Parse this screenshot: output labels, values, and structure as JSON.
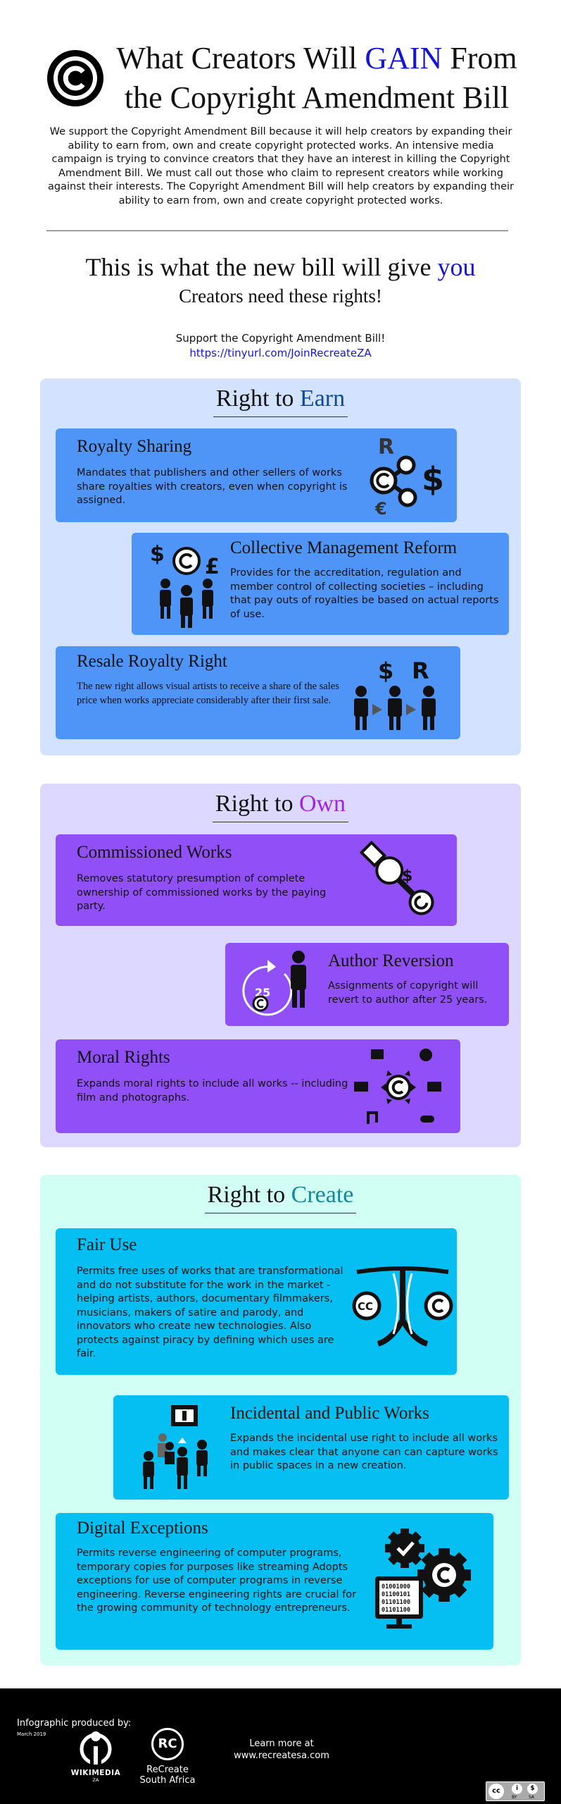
{
  "title": {
    "pre": "What Creators Will ",
    "gain": "GAIN",
    "post": " From the Copyright Amendment Bill"
  },
  "intro": "We support the Copyright Amendment Bill because it will help creators by expanding their ability to earn from, own and create copyright protected works.  An intensive media campaign is trying to convince creators that they have an interest in killing the Copyright Amendment Bill. We must call out those who claim to represent creators while working against their interests. The Copyright Amendment Bill will help creators by expanding their ability to earn from, own and create copyright protected works.",
  "give": {
    "pre": "This is what the new bill will give ",
    "you": "you"
  },
  "need": "Creators need these rights!",
  "support": {
    "text": "Support the Copyright Amendment Bill!",
    "link": "https://tinyurl.com/JoinRecreateZA"
  },
  "colors": {
    "earn_bg": "#d3e3ff",
    "earn_card": "#4f94f7",
    "earn_word": "#0d4a9a",
    "own_bg": "#dcd8ff",
    "own_card": "#9150f7",
    "own_word": "#a223e0",
    "create_bg": "#d2fff4",
    "create_card": "#06bff2",
    "create_word": "#128a98"
  },
  "earn": {
    "heading_pre": "Right to ",
    "heading_word": "Earn",
    "cards": [
      {
        "title": "Royalty Sharing",
        "body": "Mandates that publishers and other sellers of works share royalties with creators, even when copyright is assigned.",
        "icon": "share-icon",
        "glyphs": [
          "R",
          "$",
          "€"
        ]
      },
      {
        "title": "Collective Management Reform",
        "body": "Provides for the accreditation, regulation and member control of collecting societies – including that pay outs of royalties be based on actual reports of use.",
        "icon": "people-icon",
        "glyphs": [
          "$",
          "£"
        ]
      },
      {
        "title": "Resale Royalty Right",
        "body": "The new right allows visual artists to receive a share of the sales price when works appreciate considerably after their first sale.",
        "icon": "resale-icon",
        "glyphs": [
          "$",
          "R"
        ]
      }
    ]
  },
  "own": {
    "heading_pre": "Right to ",
    "heading_word": "Own",
    "cards": [
      {
        "title": "Commissioned Works",
        "body": "Removes statutory presumption of complete ownership of commissioned works by the paying party.",
        "icon": "pen-icon",
        "glyphs": [
          "$"
        ]
      },
      {
        "title": "Author Reversion",
        "body": "Assignments of copyright will revert to author after 25 years.",
        "icon": "reversion-icon",
        "glyphs": [
          "25"
        ]
      },
      {
        "title": "Moral Rights",
        "body": "Expands moral rights to include all works -- including film and photographs.",
        "icon": "media-icon",
        "glyphs": []
      }
    ]
  },
  "create": {
    "heading_pre": "Right to ",
    "heading_word": "Create",
    "cards": [
      {
        "title": "Fair Use",
        "body": "Permits free uses of works that are transformational and do not substitute for the work in the market - helping artists, authors, documentary filmmakers, musicians, makers of satire and parody, and innovators who create new technologies. Also protects against piracy by defining which uses are fair.",
        "icon": "scales-icon",
        "glyphs": [
          "CC"
        ]
      },
      {
        "title": "Incidental and Public Works",
        "body": "Expands the incidental use right to include all works and makes clear that anyone can can capture works in public spaces in a new creation.",
        "icon": "gallery-icon",
        "glyphs": []
      },
      {
        "title": "Digital Exceptions",
        "body": "Permits reverse engineering of computer programs, temporary copies for purposes like streaming  Adopts exceptions for use of computer programs in reverse engineering. Reverse engineering rights are crucial for the growing community of technology entrepreneurs.",
        "icon": "gears-icon",
        "glyphs": [
          "01001000",
          "01100101",
          "01101100",
          "01101100"
        ]
      }
    ]
  },
  "footer": {
    "produced": "Infographic produced by:",
    "date": "March 2019",
    "wikimedia": "WIKIMEDIA",
    "wikimedia_sub": "ZA",
    "recreate_logo": "RC",
    "recreate1": "ReCreate",
    "recreate2": "South Africa",
    "learn1": "Learn more at",
    "learn2": "www.recreatesa.com",
    "license": [
      "cc",
      "i",
      "$"
    ],
    "license_sub": [
      "BY",
      "SA"
    ]
  }
}
